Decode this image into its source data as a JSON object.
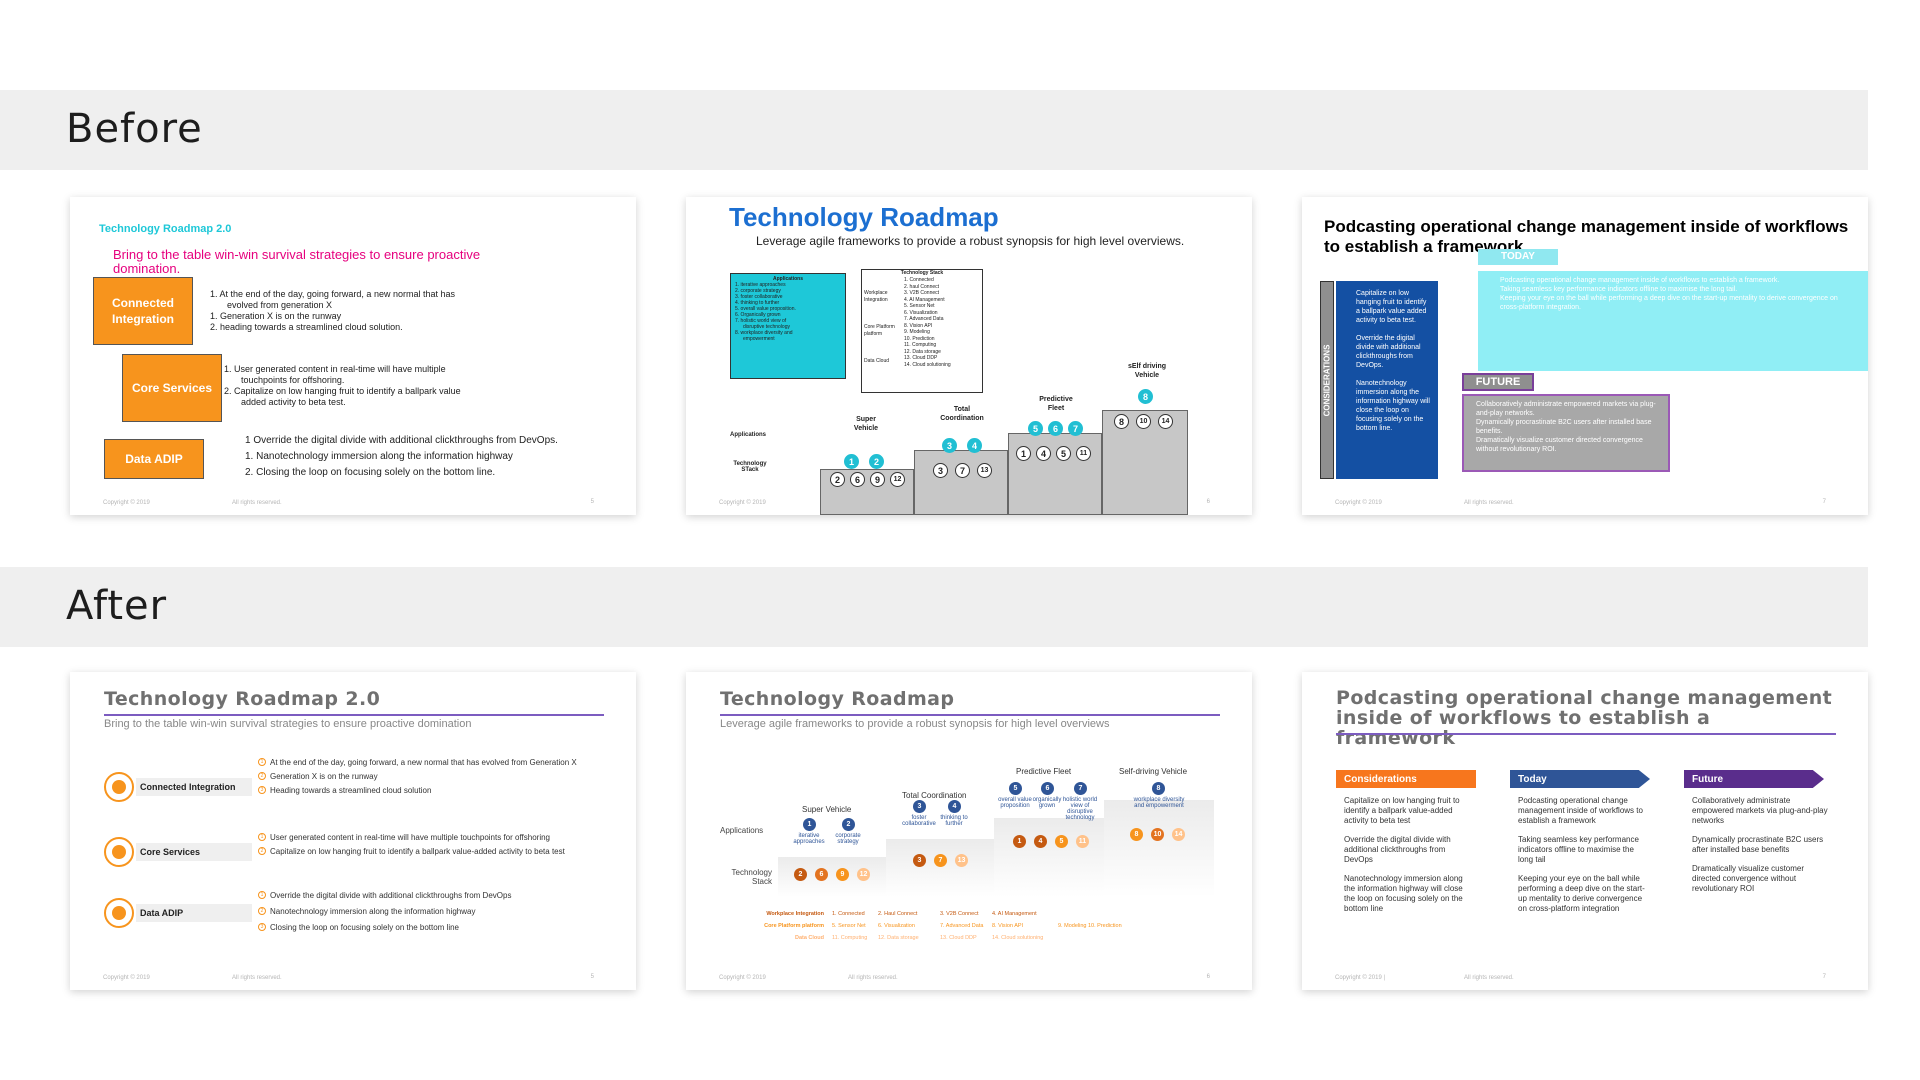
{
  "sections": {
    "before": "Before",
    "after": "After"
  },
  "footer": {
    "copyright": "Copyright © 2019",
    "rights": "All rights reserved.",
    "copyright_alt": "Copyright © 2019 |"
  },
  "before1": {
    "title": "Technology Roadmap 2.0",
    "subtitle": "Bring to the table win-win survival strategies to ensure proactive domination.",
    "boxes": [
      "Connected Integration",
      "Core Services",
      "Data ADIP"
    ],
    "list1": [
      "1.  At the end of the day, going forward, a new normal that has",
      "evolved from generation X",
      "1.  Generation X is on the runway",
      "2.  heading towards a streamlined cloud solution."
    ],
    "list2": [
      "1.  User generated content in real-time will have multiple",
      "touchpoints for offshoring.",
      "2.  Capitalize on low hanging fruit to identify a ballpark value",
      "added activity to beta test."
    ],
    "list3": [
      "1 Override the digital divide with additional clickthroughs from DevOps.",
      "1.  Nanotechnology immersion along the information highway",
      "2.  Closing  the loop on focusing solely on the bottom line."
    ],
    "page": "5"
  },
  "before2": {
    "title": "Technology Roadmap",
    "subtitle": "Leverage agile frameworks to provide a robust synopsis for high level overviews.",
    "apps_title": "Applications",
    "apps": [
      "1.  iterative approaches",
      "2.  corporate strategy",
      "3.  foster collaborative",
      "4.  thinking to further",
      "5.  overall value proposition.",
      "6.  Organically grown",
      "7.  holistic world view of",
      "disruptive  technology",
      "8.  workplace diversity and",
      "empowerment"
    ],
    "stack_title": "Technology Stack",
    "stack_labels": [
      "Workplace Integration",
      "Core Platform platform",
      "Data Cloud"
    ],
    "stack": [
      "1.  Connected",
      "2.  haul Connect",
      "3.  V2B Connect",
      "4.  AI Management",
      "5.  Sensor Net",
      "6.  Visualization",
      "7.  Advanced Data",
      "8.  Vision API",
      "9.  Modeling",
      "10.  Prediction",
      "11.  Computing",
      "12.  Data storage",
      "13.  Cloud DDP",
      "14.  Cloud solutioning"
    ],
    "row_labels": [
      "Applications",
      "Technology STack"
    ],
    "steps": [
      "Super Vehicle",
      "Total Coordination",
      "Predictive Fleet",
      "sElf driving Vehicle"
    ],
    "page": "6"
  },
  "before3": {
    "title": "Podcasting operational change management inside of workflows to establish a framework.",
    "side": "CONSIDERATIONS",
    "blue": [
      "Capitalize on low hanging fruit to identify a ballpark value added activity to beta test.",
      "Override the digital divide with additional clickthroughs from DevOps.",
      "Nanotechnology immersion along the information highway will close the loop on focusing solely on the bottom line."
    ],
    "today_label": "TODAY",
    "today": [
      "Podcasting operational change management inside of workflows to establish a framework.",
      "Taking seamless key performance indicators offline to maximise the long tail.",
      "Keeping your eye on the ball while performing a deep dive on the start-up mentality to derive convergence on cross-platform integration."
    ],
    "future_label": "FUTURE",
    "future": [
      "Collaboratively administrate empowered markets via plug-and-play networks.",
      "Dynamically procrastinate B2C users after installed base benefits.",
      "Dramatically visualize customer directed convergence without revolutionary ROI."
    ],
    "page": "7"
  },
  "after1": {
    "title": "Technology Roadmap 2.0",
    "subtitle": "Bring to the table win-win survival strategies to ensure proactive domination",
    "items": [
      {
        "label": "Connected Integration",
        "points": [
          "At the end of the day, going forward, a new normal that has evolved from Generation X",
          "Generation X is on the runway",
          "Heading towards a streamlined cloud solution"
        ]
      },
      {
        "label": "Core Services",
        "points": [
          "User generated content in real-time will have multiple touchpoints for offshoring",
          "Capitalize on low hanging fruit to identify a ballpark value-added activity to beta test"
        ]
      },
      {
        "label": "Data ADIP",
        "points": [
          "Override the digital divide with additional clickthroughs from DevOps",
          "Nanotechnology immersion along the information highway",
          "Closing the loop on focusing solely on the bottom line"
        ]
      }
    ],
    "page": "5"
  },
  "after2": {
    "title": "Technology Roadmap",
    "subtitle": "Leverage agile frameworks to provide a robust synopsis for high level overviews",
    "row_labels": [
      "Applications",
      "Technology Stack"
    ],
    "steps": [
      "Super Vehicle",
      "Total Coordination",
      "Predictive Fleet",
      "Self-driving Vehicle"
    ],
    "apps": [
      "iterative approaches",
      "corporate strategy",
      "foster collaborative",
      "thinking to further",
      "overall value proposition",
      "organically grown",
      "holistic world view of disruptive technology",
      "workplace diversity and empowerment"
    ],
    "legend_labels": [
      "Workplace Integration",
      "Core Platform platform",
      "Data Cloud"
    ],
    "legend": [
      [
        "1. Connected",
        "2. Haul Connect",
        "3. V2B Connect",
        "4. AI Management"
      ],
      [
        "5. Sensor Net",
        "6. Visualization",
        "7. Advanced Data",
        "8. Vision API",
        "9. Modeling",
        "10. Prediction"
      ],
      [
        "11. Computing",
        "12. Data storage",
        "13. Cloud DDP",
        "14. Cloud solutioning"
      ]
    ],
    "page": "6"
  },
  "after3": {
    "title": "Podcasting operational change management inside of workflows to establish a framework",
    "headers": [
      "Considerations",
      "Today",
      "Future"
    ],
    "header_colors": [
      "#f7761d",
      "#2f5597",
      "#5a2d8c"
    ],
    "cols": [
      [
        "Capitalize on low hanging fruit to identify a ballpark value-added activity to beta test",
        "Override the digital divide with additional clickthroughs from DevOps",
        "Nanotechnology immersion along the information highway will close the loop on focusing solely on the bottom line"
      ],
      [
        "Podcasting operational change management inside of workflows to establish a framework",
        "Taking seamless key performance indicators offline to maximise the long tail",
        "Keeping your eye on the ball while performing a deep dive on the start-up mentality to derive convergence on cross-platform integration"
      ],
      [
        "Collaboratively administrate empowered markets via plug-and-play networks",
        "Dynamically procrastinate B2C users after installed base benefits",
        "Dramatically visualize customer directed convergence without revolutionary ROI"
      ]
    ],
    "page": "7"
  }
}
